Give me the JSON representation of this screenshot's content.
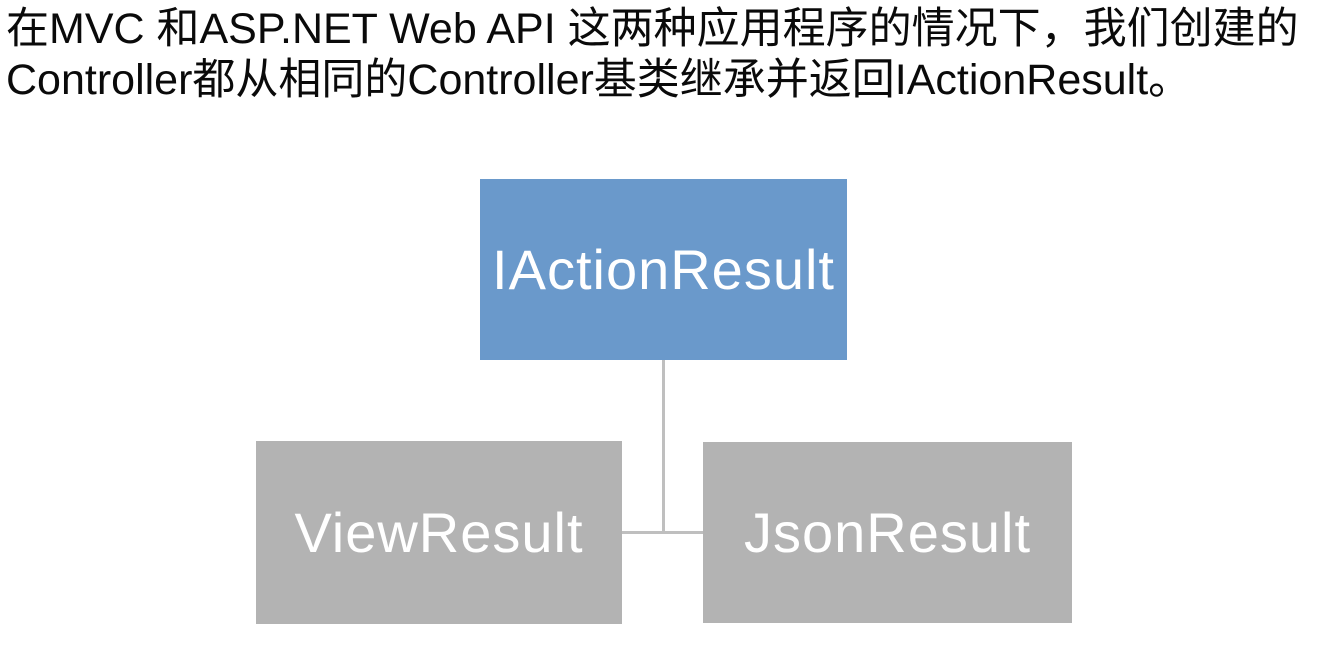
{
  "caption": {
    "line1": "在MVC 和ASP.NET Web API 这两种应用程序的情况下，我们创建的",
    "line2": "Controller都从相同的Controller基类继承并返回IActionResult。"
  },
  "diagram": {
    "root": {
      "label": "IActionResult",
      "fill": "#6a99cb",
      "text_color": "#ffffff"
    },
    "children": [
      {
        "label": "ViewResult",
        "fill": "#b3b3b3",
        "text_color": "#ffffff"
      },
      {
        "label": "JsonResult",
        "fill": "#b3b3b3",
        "text_color": "#ffffff"
      }
    ],
    "connector_color": "#bfbfbf"
  }
}
